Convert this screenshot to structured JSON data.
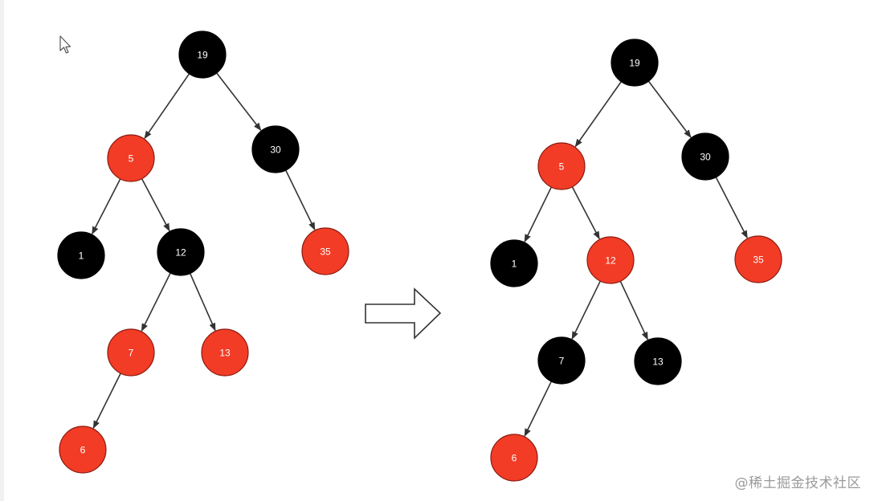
{
  "colors": {
    "black_node": "#000000",
    "red_node": "#f23c26",
    "red_stroke": "#8a1a10",
    "edge": "#333333",
    "label": "#ffffff"
  },
  "trees": [
    {
      "id": "before",
      "nodes": [
        {
          "id": "n19",
          "label": "19",
          "color": "black"
        },
        {
          "id": "n5",
          "label": "5",
          "color": "red"
        },
        {
          "id": "n30",
          "label": "30",
          "color": "black"
        },
        {
          "id": "n1",
          "label": "1",
          "color": "black"
        },
        {
          "id": "n12",
          "label": "12",
          "color": "black"
        },
        {
          "id": "n35",
          "label": "35",
          "color": "red"
        },
        {
          "id": "n7",
          "label": "7",
          "color": "red"
        },
        {
          "id": "n13",
          "label": "13",
          "color": "red"
        },
        {
          "id": "n6",
          "label": "6",
          "color": "red"
        }
      ],
      "edges": [
        [
          "n19",
          "n5"
        ],
        [
          "n19",
          "n30"
        ],
        [
          "n5",
          "n1"
        ],
        [
          "n5",
          "n12"
        ],
        [
          "n30",
          "n35"
        ],
        [
          "n12",
          "n7"
        ],
        [
          "n12",
          "n13"
        ],
        [
          "n7",
          "n6"
        ]
      ]
    },
    {
      "id": "after",
      "nodes": [
        {
          "id": "n19",
          "label": "19",
          "color": "black"
        },
        {
          "id": "n5",
          "label": "5",
          "color": "red"
        },
        {
          "id": "n30",
          "label": "30",
          "color": "black"
        },
        {
          "id": "n1",
          "label": "1",
          "color": "black"
        },
        {
          "id": "n12",
          "label": "12",
          "color": "red"
        },
        {
          "id": "n35",
          "label": "35",
          "color": "red"
        },
        {
          "id": "n7",
          "label": "7",
          "color": "black"
        },
        {
          "id": "n13",
          "label": "13",
          "color": "black"
        },
        {
          "id": "n6",
          "label": "6",
          "color": "red"
        }
      ],
      "edges": [
        [
          "n19",
          "n5"
        ],
        [
          "n19",
          "n30"
        ],
        [
          "n5",
          "n1"
        ],
        [
          "n5",
          "n12"
        ],
        [
          "n30",
          "n35"
        ],
        [
          "n12",
          "n7"
        ],
        [
          "n12",
          "n13"
        ],
        [
          "n7",
          "n6"
        ]
      ]
    }
  ],
  "watermark": "@稀土掘金技术社区",
  "cursor_icon": "pointer-cursor-icon",
  "arrow_icon": "right-arrow-icon"
}
